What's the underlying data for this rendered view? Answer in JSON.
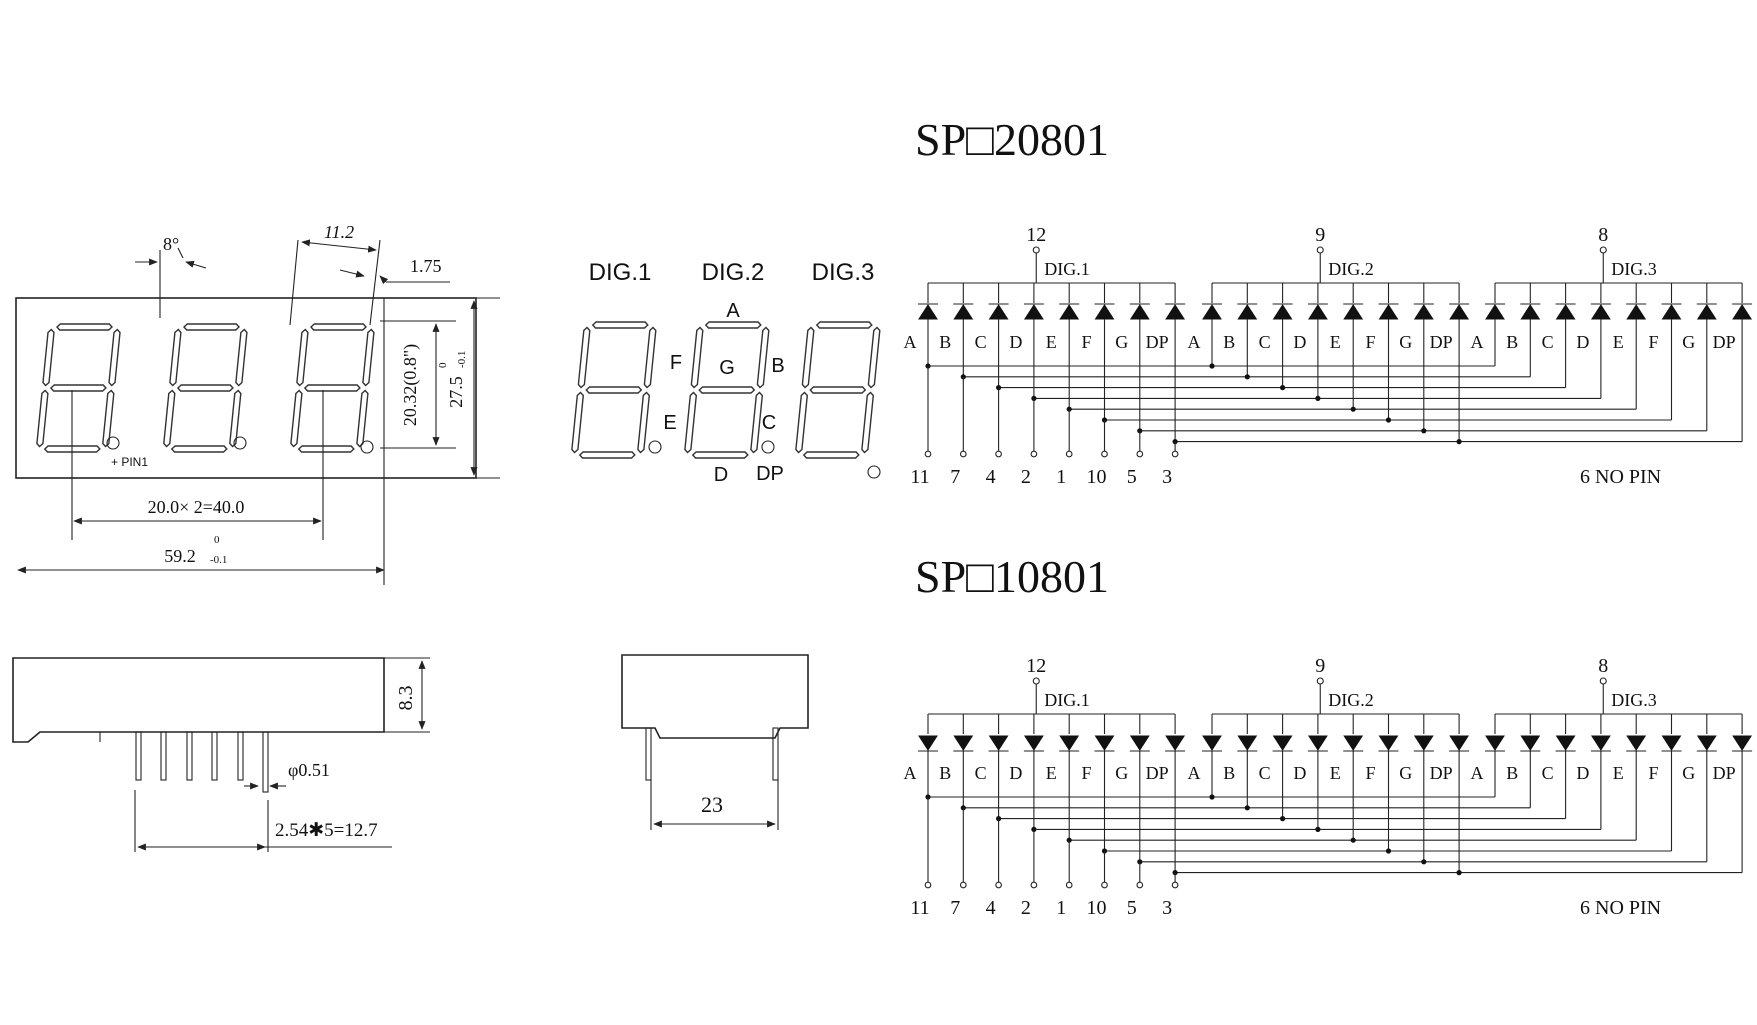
{
  "titles": {
    "common_anode": "SP□20801",
    "common_cathode": "SP□10801"
  },
  "front_view": {
    "angle": "8°",
    "digit_width": "11.2",
    "gap": "1.75",
    "digit_height": "20.32(0.8\")",
    "height": "27.5",
    "height_tol_top": "0",
    "height_tol_bot": "-0.1",
    "pin1": "+ PIN1",
    "pitch": "20.0× 2=40.0",
    "width": "59.2",
    "width_tol_top": "0",
    "width_tol_bot": "-0.1"
  },
  "side_view": {
    "depth": "8.3",
    "pin_dia": "φ0.51",
    "pin_pitch": "2.54✱5=12.7"
  },
  "end_view": {
    "width": "23"
  },
  "segment_map": {
    "dig1": "DIG.1",
    "dig2": "DIG.2",
    "dig3": "DIG.3",
    "a": "A",
    "b": "B",
    "c": "C",
    "d": "D",
    "e": "E",
    "f": "F",
    "g": "G",
    "dp": "DP"
  },
  "schematic": {
    "segment_labels": [
      "A",
      "B",
      "C",
      "D",
      "E",
      "F",
      "G",
      "DP"
    ],
    "digits": [
      {
        "label": "DIG.1",
        "pin": "12"
      },
      {
        "label": "DIG.2",
        "pin": "9"
      },
      {
        "label": "DIG.3",
        "pin": "8"
      }
    ],
    "segment_pins": [
      "11",
      "7",
      "4",
      "2",
      "1",
      "10",
      "5",
      "3"
    ],
    "no_pin": "6  NO  PIN"
  },
  "colors": {
    "ink": "#111111",
    "background": "#ffffff"
  }
}
